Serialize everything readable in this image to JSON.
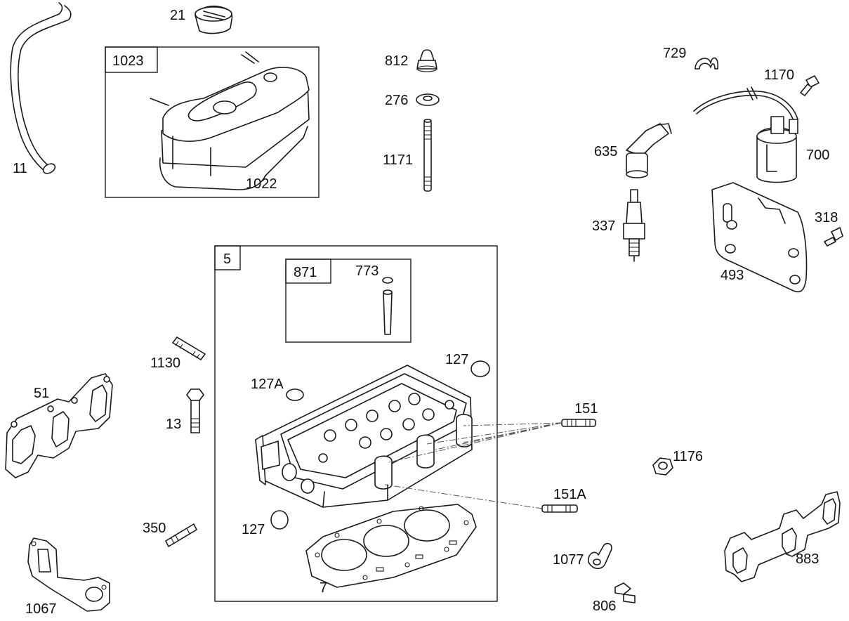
{
  "labels": {
    "p11": "11",
    "p21": "21",
    "p1023": "1023",
    "p1022": "1022",
    "p812": "812",
    "p276": "276",
    "p1171": "1171",
    "p729": "729",
    "p1170": "1170",
    "p635": "635",
    "p700": "700",
    "p337": "337",
    "p318": "318",
    "p493": "493",
    "p5": "5",
    "p871": "871",
    "p773": "773",
    "p1130": "1130",
    "p127_top": "127",
    "p127a": "127A",
    "p51": "51",
    "p13": "13",
    "p151": "151",
    "p1176": "1176",
    "p151a": "151A",
    "p350": "350",
    "p127_bottom": "127",
    "p7": "7",
    "p1077": "1077",
    "p883": "883",
    "p1067": "1067",
    "p806": "806"
  }
}
